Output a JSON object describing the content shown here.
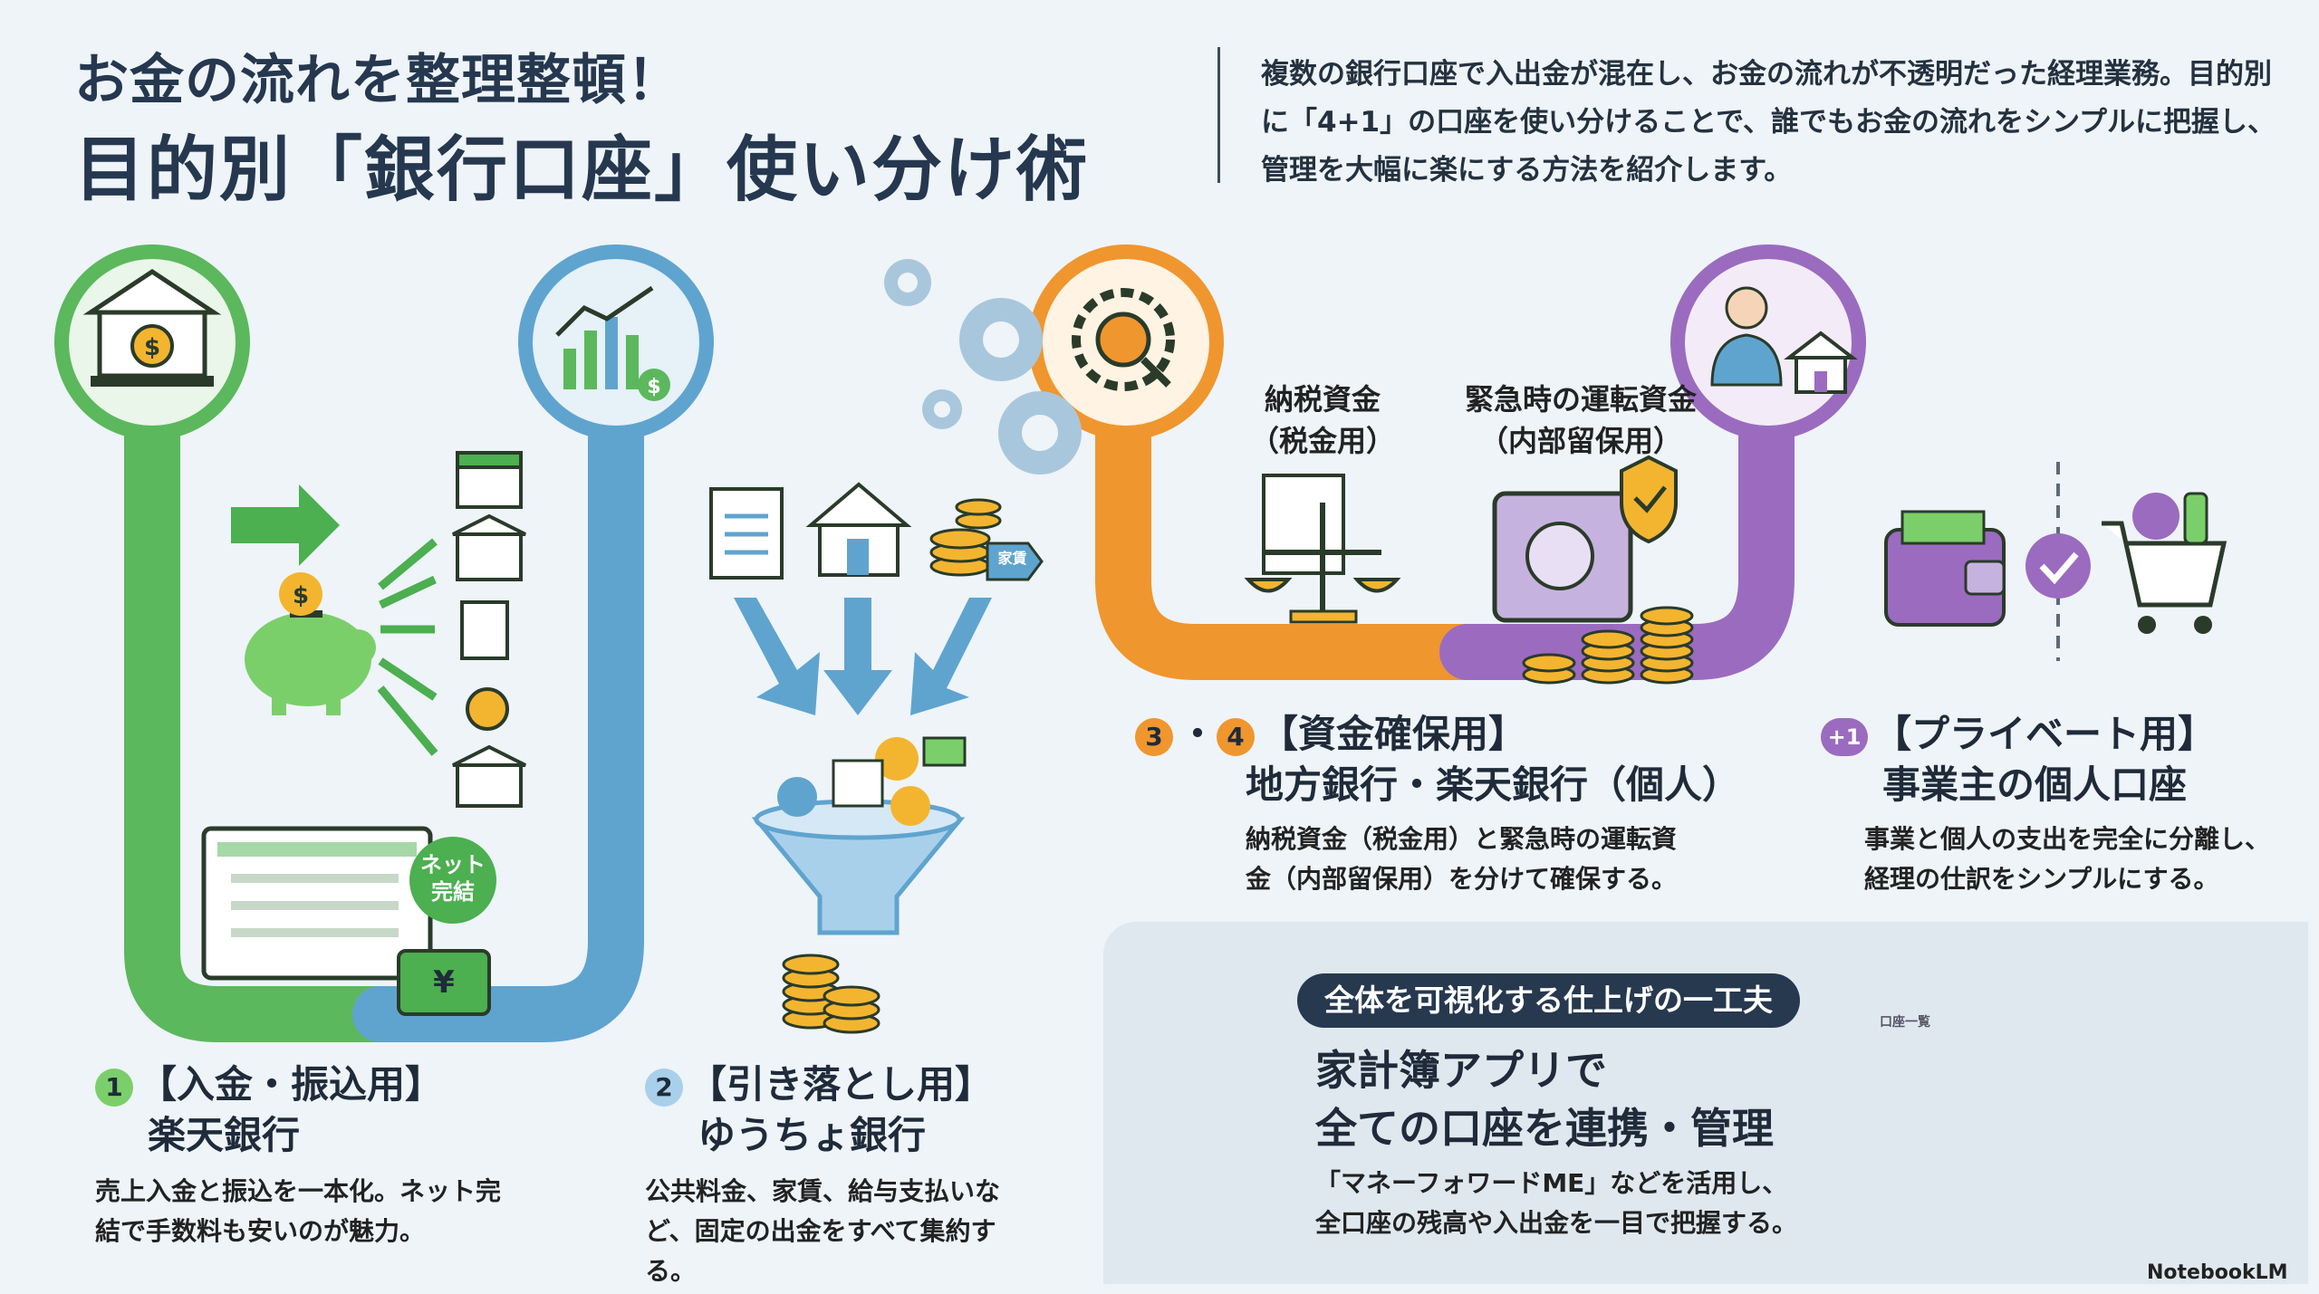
{
  "header": {
    "title_line1": "お金の流れを整理整頓！",
    "title_line2": "目的別「銀行口座」使い分け術",
    "intro": "複数の銀行口座で入出金が混在し、お金の流れが不透明だった経理業務。目的別に「4+1」の口座を使い分けることで、誰でもお金の流れをシンプルに把握し、管理を大幅に楽にする方法を紹介します。"
  },
  "sections": {
    "s1": {
      "num": "1",
      "title_a": "【入金・振込用】",
      "title_b": "楽天銀行",
      "desc": "売上入金と振込を一本化。ネット完結で手数料も安いのが魅力。",
      "badge": "ネット完結",
      "yen": "¥"
    },
    "s2": {
      "num": "2",
      "title_a": "【引き落とし用】",
      "title_b": "ゆうちょ銀行",
      "desc": "公共料金、家賃、給与支払いなど、固定の出金をすべて集約する。",
      "tag": "家賃"
    },
    "s34": {
      "num_a": "3",
      "num_b": "4",
      "dot": "・",
      "title_a": "【資金確保用】",
      "title_b": "地方銀行・楽天銀行（個人）",
      "desc": "納税資金（税金用）と緊急時の運転資金（内部留保用）を分けて確保する。",
      "tax_label": "納税資金\n（税金用）",
      "reserve_label": "緊急時の運転資金\n（内部留保用）"
    },
    "s5": {
      "num": "+1",
      "title_a": "【プライベート用】",
      "title_b": "事業主の個人口座",
      "desc": "事業と個人の支出を完全に分離し、経理の仕訳をシンプルにする。"
    }
  },
  "app_panel": {
    "pill": "全体を可視化する仕上げの一工夫",
    "title": "家計簿アプリで\n全ての口座を連携・管理",
    "desc": "「マネーフォワードME」などを活用し、全口座の残高や入出金を一目で把握する。",
    "laptop_header": "口座一覧"
  },
  "brand": "NotebookLM",
  "colors": {
    "green": "#4caf50",
    "blue": "#5fa4cf",
    "orange": "#f0962e",
    "purple": "#9b6bc0",
    "navy": "#27394f"
  }
}
